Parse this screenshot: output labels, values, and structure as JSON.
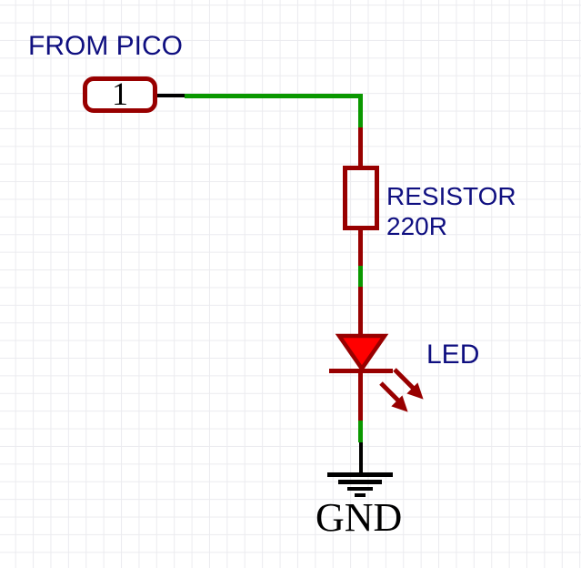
{
  "schematic": {
    "source_label": "FROM PICO",
    "pin": {
      "number": "1"
    },
    "resistor": {
      "name": "RESISTOR",
      "value": "220R"
    },
    "led": {
      "label": "LED"
    },
    "ground": {
      "label": "GND"
    }
  },
  "colors": {
    "label_blue": "#0f0f80",
    "component_red": "#980000",
    "wire_green": "#0a9800",
    "led_fill": "#ff0000",
    "wire_black": "#000000",
    "grid_line": "#ebebef",
    "background": "#ffffff"
  }
}
